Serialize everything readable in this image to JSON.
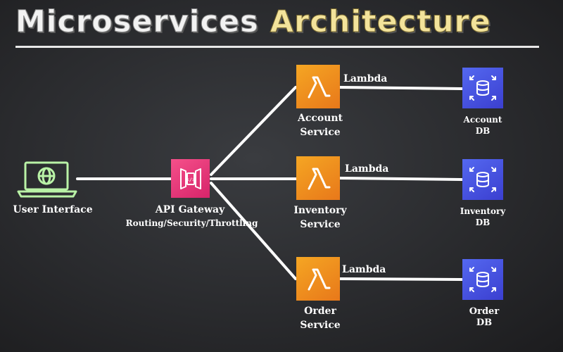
{
  "title": {
    "part1": "Microservices",
    "part2": "Architecture"
  },
  "colors": {
    "background": "#2b2c2f",
    "title_accent": "#f3e39b",
    "lambda": "#ef8f1f",
    "gateway": "#e8357a",
    "database": "#4a55e6",
    "ui_icon": "#b9f2a6"
  },
  "user_interface": {
    "icon": "laptop-globe-icon",
    "label": "User Interface"
  },
  "api_gateway": {
    "icon": "api-gateway-icon",
    "label": "API Gateway",
    "sublabel": "Routing/Security/Throttling"
  },
  "services": [
    {
      "icon": "lambda-icon",
      "line1": "Account",
      "line2": "Service",
      "edge_label": "Lambda",
      "db_icon": "database-icon",
      "db_line1": "Account",
      "db_line2": "DB"
    },
    {
      "icon": "lambda-icon",
      "line1": "Inventory",
      "line2": "Service",
      "edge_label": "Lambda",
      "db_icon": "database-icon",
      "db_line1": "Inventory",
      "db_line2": "DB"
    },
    {
      "icon": "lambda-icon",
      "line1": "Order",
      "line2": "Service",
      "edge_label": "Lambda",
      "db_icon": "database-icon",
      "db_line1": "Order",
      "db_line2": "DB"
    }
  ]
}
